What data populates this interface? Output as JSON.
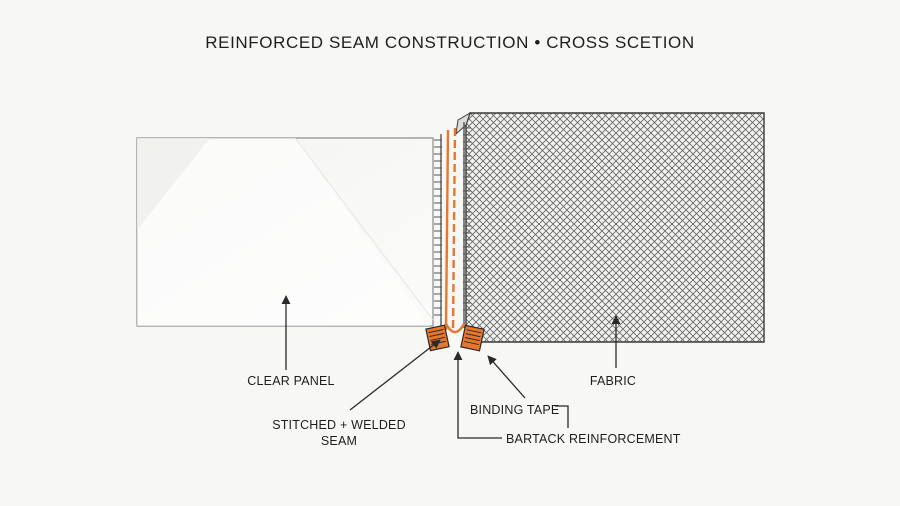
{
  "title": "REINFORCED SEAM CONSTRUCTION • CROSS SCETION",
  "labels": {
    "clear_panel": "CLEAR PANEL",
    "fabric": "FABRIC",
    "stitched_line1": "STITCHED + WELDED",
    "stitched_line2": "SEAM",
    "binding_tape": "BINDING TAPE",
    "bartack": "BARTACK REINFORCEMENT"
  },
  "colors": {
    "stitch_orange": "#e8772e",
    "outline": "#555555",
    "fabric_mesh": "#4a4a4a"
  }
}
